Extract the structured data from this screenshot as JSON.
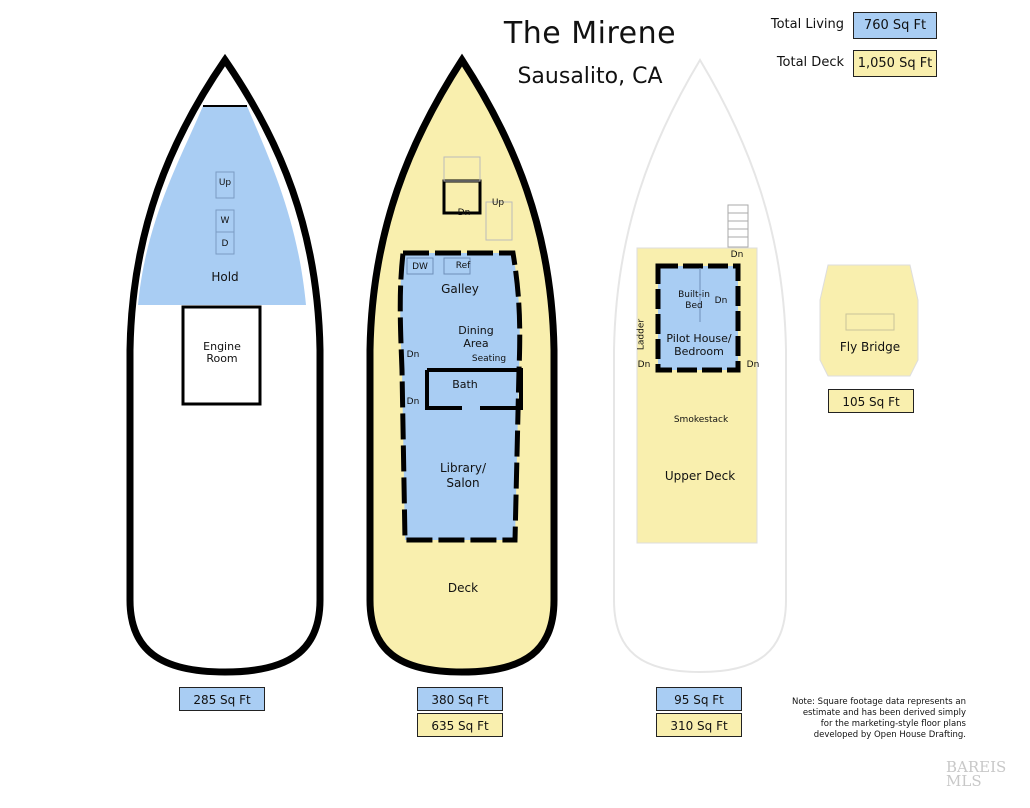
{
  "header": {
    "title": "The Mirene",
    "subtitle": "Sausalito, CA"
  },
  "legend": {
    "living_label": "Total Living",
    "living_value": "760 Sq Ft",
    "deck_label": "Total Deck",
    "deck_value": "1,050 Sq Ft",
    "living_color": "#a9cdf3",
    "deck_color": "#f9efae"
  },
  "hull1": {
    "rooms": {
      "up": "Up",
      "w": "W",
      "d": "D",
      "hold": "Hold",
      "engine_room": "Engine Room"
    },
    "living_area": "285 Sq Ft"
  },
  "hull2": {
    "rooms": {
      "dn_top": "Dn",
      "up_top": "Up",
      "dw": "DW",
      "ref": "Ref",
      "galley": "Galley",
      "dining_area": "Dining Area",
      "seating": "Seating",
      "dn1": "Dn",
      "dn2": "Dn",
      "bath": "Bath",
      "library_salon": "Library/ Salon",
      "deck": "Deck"
    },
    "living_area": "380 Sq Ft",
    "deck_area": "635 Sq Ft"
  },
  "hull3": {
    "rooms": {
      "dn_top": "Dn",
      "built_in_bed": "Built-in Bed",
      "dn_bed": "Dn",
      "ladder": "Ladder",
      "pilot_house": "Pilot House/ Bedroom",
      "dn_left": "Dn",
      "dn_right": "Dn",
      "smokestack": "Smokestack",
      "upper_deck": "Upper Deck"
    },
    "living_area": "95 Sq Ft",
    "deck_area": "310 Sq Ft"
  },
  "flybridge": {
    "label": "Fly Bridge",
    "deck_area": "105 Sq Ft"
  },
  "note": "Note: Square footage data represents an estimate and has been derived simply for the marketing-style floor plans developed by Open House Drafting.",
  "watermark": "BAREIS MLS"
}
